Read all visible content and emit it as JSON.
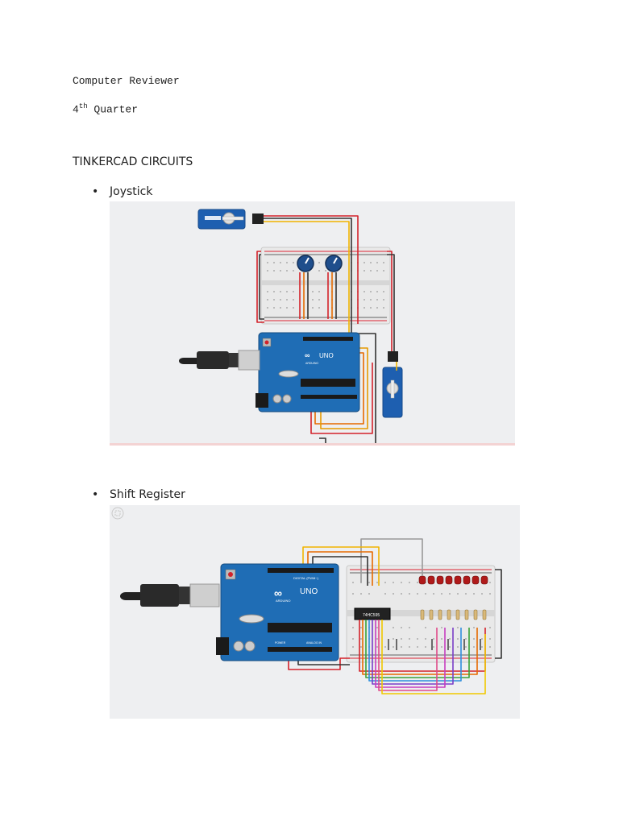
{
  "document": {
    "line1": "Computer Reviewer",
    "line2_num": "4",
    "line2_sup": "th",
    "line2_rest": " Quarter",
    "section_title": "TINKERCAD CIRCUITS",
    "bullets": [
      {
        "symbol": "•",
        "label": "Joystick"
      },
      {
        "symbol": "•",
        "label": "Shift Register"
      }
    ]
  },
  "figures": {
    "joystick": {
      "board_label": "UNO",
      "board_brand": "ARDUINO"
    },
    "shift_register": {
      "board_label": "UNO",
      "board_brand": "ARDUINO",
      "board_header_label": "DIGITAL (PWM~)",
      "chip_label": "74HC595",
      "power_label": "POWER",
      "analog_label": "ANALOG IN"
    }
  }
}
